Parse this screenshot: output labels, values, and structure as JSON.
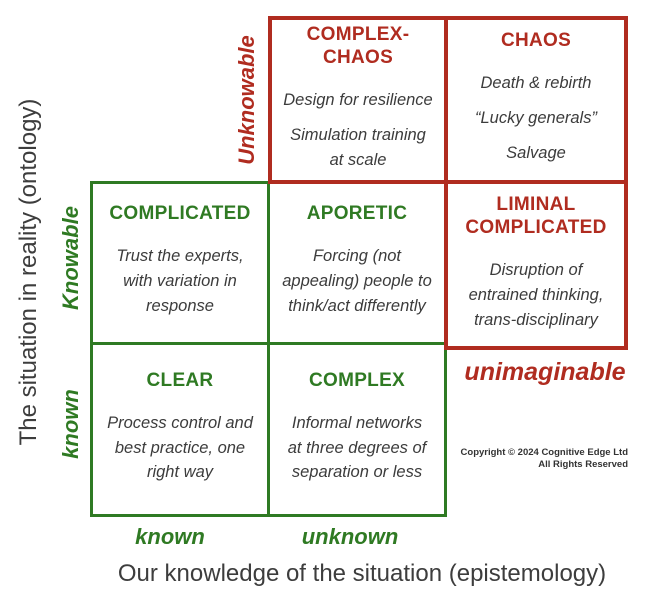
{
  "colors": {
    "red": "#B02C20",
    "green": "#2F7A23",
    "text_dark": "#3C3C3C"
  },
  "y_axis": {
    "label": "The situation in reality (ontology)"
  },
  "x_axis": {
    "label": "Our knowledge of the situation (epistemology)"
  },
  "row_labels": {
    "top": "Unknowable",
    "middle": "Knowable",
    "bottom": "known"
  },
  "col_labels": {
    "left": "known",
    "middle": "unknown",
    "right": "unimaginable"
  },
  "cells": {
    "complex_chaos": {
      "title": "COMPLEX-\nCHAOS",
      "lines": [
        "Design for resilience",
        "Simulation training\nat scale"
      ]
    },
    "chaos": {
      "title": "CHAOS",
      "lines": [
        "Death & rebirth",
        "“Lucky generals”",
        "Salvage"
      ]
    },
    "complicated": {
      "title": "COMPLICATED",
      "lines": [
        "Trust the experts,\nwith variation in\nresponse"
      ]
    },
    "aporetic": {
      "title": "APORETIC",
      "lines": [
        "Forcing (not\nappealing) people to\nthink/act differently"
      ]
    },
    "liminal_complicated": {
      "title": "LIMINAL\nCOMPLICATED",
      "lines": [
        "Disruption of\nentrained thinking,\ntrans-disciplinary"
      ]
    },
    "clear": {
      "title": "CLEAR",
      "lines": [
        "Process control and\nbest practice, one\nright way"
      ]
    },
    "complex": {
      "title": "COMPLEX",
      "lines": [
        "Informal networks\nat three degrees of\nseparation or less"
      ]
    }
  },
  "copyright": {
    "line1": "Copyright © 2024 Cognitive Edge Ltd",
    "line2": "All Rights Reserved"
  }
}
